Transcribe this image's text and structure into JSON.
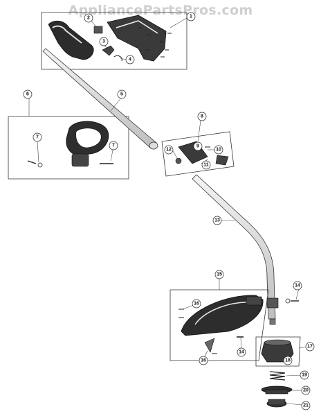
{
  "watermark": "AppliancePartsPros.com",
  "callouts": [
    {
      "id": "c1",
      "label": "1"
    },
    {
      "id": "c2",
      "label": "2"
    },
    {
      "id": "c3",
      "label": "3"
    },
    {
      "id": "c4",
      "label": "4"
    },
    {
      "id": "c5",
      "label": "5"
    },
    {
      "id": "c6",
      "label": "6"
    },
    {
      "id": "c7a",
      "label": "7"
    },
    {
      "id": "c7b",
      "label": "7"
    },
    {
      "id": "c8",
      "label": "8"
    },
    {
      "id": "c9",
      "label": "9"
    },
    {
      "id": "c10",
      "label": "10"
    },
    {
      "id": "c11",
      "label": "11"
    },
    {
      "id": "c12",
      "label": "12"
    },
    {
      "id": "c13",
      "label": "13"
    },
    {
      "id": "c14a",
      "label": "14"
    },
    {
      "id": "c14b",
      "label": "14"
    },
    {
      "id": "c15",
      "label": "15"
    },
    {
      "id": "c16a",
      "label": "16"
    },
    {
      "id": "c16b",
      "label": "16"
    },
    {
      "id": "c17",
      "label": "17"
    },
    {
      "id": "c18",
      "label": "18"
    },
    {
      "id": "c19",
      "label": "19"
    },
    {
      "id": "c20",
      "label": "20"
    },
    {
      "id": "c21",
      "label": "21"
    }
  ]
}
